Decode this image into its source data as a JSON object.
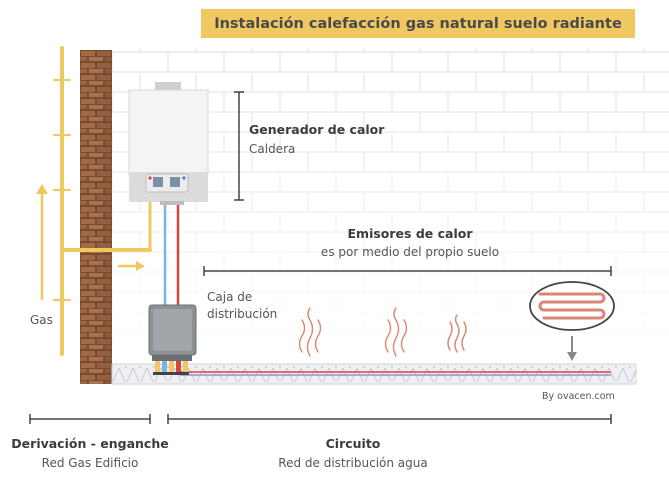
{
  "title": "Instalación calefacción gas natural suelo radiante",
  "labels": {
    "generator_title": "Generador de calor",
    "generator_sub": "Caldera",
    "emitters_title": "Emisores de calor",
    "emitters_sub": "es por medio del propio suelo",
    "box_line1": "Caja de",
    "box_line2": "distribución",
    "gas": "Gas",
    "credit": "By ovacen.com",
    "derivation_title": "Derivación - enganche",
    "derivation_sub": "Red Gas Edificio",
    "circuit_title": "Circuito",
    "circuit_sub": "Red de distribución agua"
  },
  "icons": [
    "boiler-icon",
    "distribution-box-icon",
    "heat-wave-icon",
    "floor-coil-icon",
    "arrow-up-icon",
    "arrow-right-icon",
    "arrow-down-icon"
  ],
  "colors": {
    "title_bg": "#f0c862",
    "gas_pipe": "#f0c862",
    "hot_pipe": "#d9453b",
    "cold_pipe": "#7fb3e0",
    "brick_column": "#8a5a3a",
    "heat": "#d98672"
  }
}
